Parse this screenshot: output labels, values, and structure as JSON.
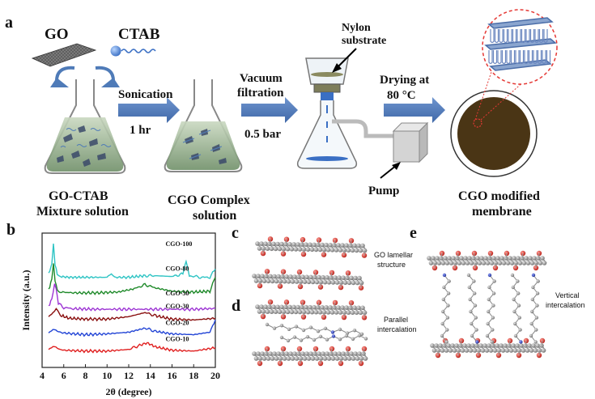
{
  "panels": {
    "a": "a",
    "b": "b",
    "c": "c",
    "d": "d",
    "e": "e"
  },
  "process": {
    "go_label": "GO",
    "ctab_label": "CTAB",
    "step1_label": "Sonication",
    "step1_time": "1 hr",
    "step2_label_line1": "Vacuum",
    "step2_label_line2": "filtration",
    "step2_pressure": "0.5 bar",
    "step3_label_line1": "Drying at",
    "step3_label_line2": "80 °C",
    "nylon_line1": "Nylon",
    "nylon_line2": "substrate",
    "pump_label": "Pump",
    "flask1_line1": "GO-CTAB",
    "flask1_line2": "Mixture solution",
    "flask2_line1": "CGO Complex",
    "flask2_line2": "solution",
    "membrane_line1": "CGO modified",
    "membrane_line2": "membrane"
  },
  "structures": {
    "c_label_line1": "GO lamellar",
    "c_label_line2": "structure",
    "d_label_line1": "Parallel",
    "d_label_line2": "intercalation",
    "e_label_line1": "Vertical",
    "e_label_line2": "intercalation"
  },
  "colors": {
    "arrow": "#4f7bb8",
    "liquid": "#9bb68f",
    "membrane": "#4a3515",
    "atom_c": "#8c8c8c",
    "atom_o": "#d9342b",
    "atom_n": "#3046b5"
  },
  "chart_data": {
    "type": "line",
    "title": "",
    "xlabel": "2θ (degree)",
    "ylabel": "Intensity (a.u.)",
    "xlim": [
      4,
      20
    ],
    "xticks": [
      4,
      6,
      8,
      10,
      12,
      14,
      16,
      18,
      20
    ],
    "grid": false,
    "series": [
      {
        "name": "CGO-100",
        "color": "#2ec4c4",
        "offset": 5.3,
        "x": [
          4.6,
          4.9,
          5.05,
          5.2,
          5.4,
          5.7,
          6.5,
          8,
          10,
          10.4,
          10.7,
          12,
          13.5,
          14.5,
          16,
          17,
          17.3,
          17.6,
          18.5,
          19.5,
          20
        ],
        "y": [
          0.4,
          1.0,
          2.3,
          1.0,
          0.4,
          0.25,
          0.2,
          0.2,
          0.2,
          0.5,
          0.2,
          0.2,
          0.3,
          0.3,
          0.25,
          0.4,
          1.2,
          0.3,
          0.2,
          0.2,
          0.7
        ]
      },
      {
        "name": "CGO-80",
        "color": "#1f8a2a",
        "offset": 4.4,
        "x": [
          4.6,
          4.9,
          5.05,
          5.2,
          5.4,
          5.8,
          7,
          9,
          11,
          12.5,
          13.5,
          14.5,
          16,
          18,
          19.5,
          20
        ],
        "y": [
          0.3,
          1.0,
          2.0,
          0.9,
          0.35,
          0.2,
          0.15,
          0.15,
          0.2,
          0.4,
          0.65,
          0.45,
          0.25,
          0.2,
          0.25,
          1.1
        ]
      },
      {
        "name": "CGO-50",
        "color": "#9d34d4",
        "offset": 3.5,
        "x": [
          4.6,
          4.9,
          5.15,
          5.3,
          5.5,
          6.0,
          7,
          9,
          12,
          15,
          18,
          20
        ],
        "y": [
          0.2,
          0.7,
          1.6,
          1.3,
          0.4,
          0.15,
          0.08,
          0.05,
          0.05,
          0.05,
          0.05,
          0.1
        ]
      },
      {
        "name": "CGO-30",
        "color": "#8a1010",
        "offset": 2.7,
        "x": [
          4.6,
          5.0,
          5.3,
          5.6,
          6.5,
          8,
          10,
          12,
          13.5,
          14.5,
          16,
          18,
          20
        ],
        "y": [
          0.4,
          0.7,
          0.9,
          0.5,
          0.3,
          0.25,
          0.25,
          0.4,
          0.65,
          0.45,
          0.25,
          0.2,
          0.3
        ]
      },
      {
        "name": "CGO-20",
        "color": "#2446d6",
        "offset": 1.8,
        "x": [
          4.6,
          5.0,
          5.4,
          6.0,
          8,
          10,
          12,
          13.5,
          14.5,
          16,
          18,
          19.5,
          20
        ],
        "y": [
          0.3,
          0.6,
          0.4,
          0.3,
          0.2,
          0.25,
          0.35,
          0.6,
          0.4,
          0.25,
          0.2,
          0.35,
          1.1
        ]
      },
      {
        "name": "CGO-10",
        "color": "#e02020",
        "offset": 0.8,
        "x": [
          4.6,
          5.0,
          5.4,
          6.0,
          8,
          10,
          12,
          13.0,
          13.7,
          14.5,
          16,
          18,
          20
        ],
        "y": [
          0.3,
          0.55,
          0.35,
          0.25,
          0.2,
          0.2,
          0.3,
          0.55,
          0.7,
          0.45,
          0.25,
          0.2,
          0.4
        ]
      }
    ],
    "ylim": [
      0,
      8.2
    ]
  }
}
